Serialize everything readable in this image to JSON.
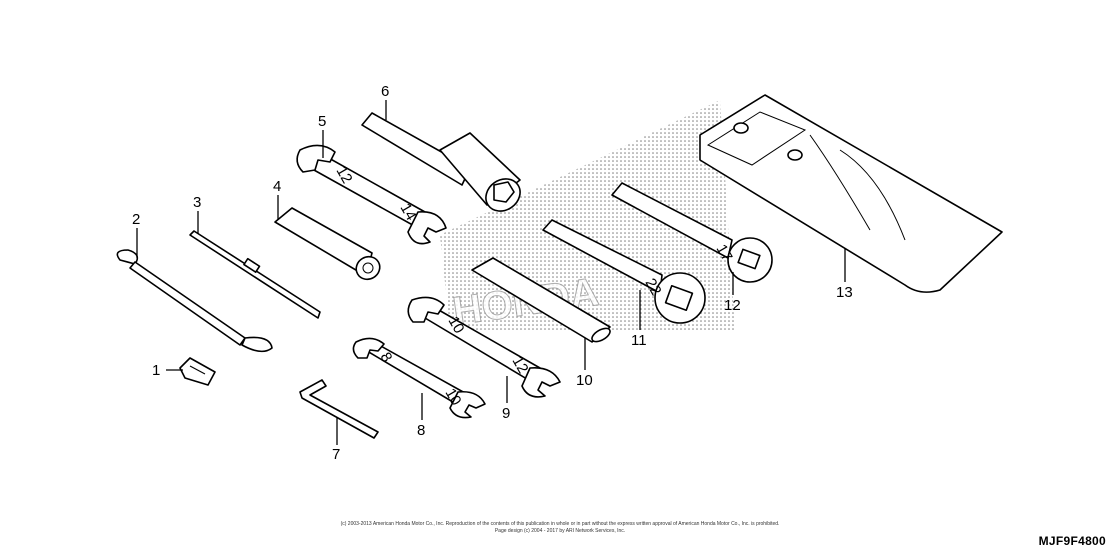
{
  "callouts": [
    {
      "id": 1,
      "label": "1"
    },
    {
      "id": 2,
      "label": "2"
    },
    {
      "id": 3,
      "label": "3"
    },
    {
      "id": 4,
      "label": "4"
    },
    {
      "id": 5,
      "label": "5"
    },
    {
      "id": 6,
      "label": "6"
    },
    {
      "id": 7,
      "label": "7"
    },
    {
      "id": 8,
      "label": "8"
    },
    {
      "id": 9,
      "label": "9"
    },
    {
      "id": 10,
      "label": "10"
    },
    {
      "id": 11,
      "label": "11"
    },
    {
      "id": 12,
      "label": "12"
    },
    {
      "id": 13,
      "label": "13"
    }
  ],
  "stamps": {
    "wrench_5": [
      "12",
      "14"
    ],
    "wrench_8": [
      "8",
      "10"
    ],
    "wrench_9": [
      "10",
      "12"
    ],
    "wrench_11": "22",
    "wrench_12": "17"
  },
  "watermark": "HONDA",
  "footer": {
    "copyright": "(c) 2003-2013 American Honda Motor Co., Inc. Reproduction of the contents of this publication in whole or in part without the express written approval of American Honda Motor Co., Inc. is prohibited.",
    "design": "Page design (c) 2004 - 2017 by ARI Network Services, Inc."
  },
  "diagram_code": "MJF9F4800"
}
